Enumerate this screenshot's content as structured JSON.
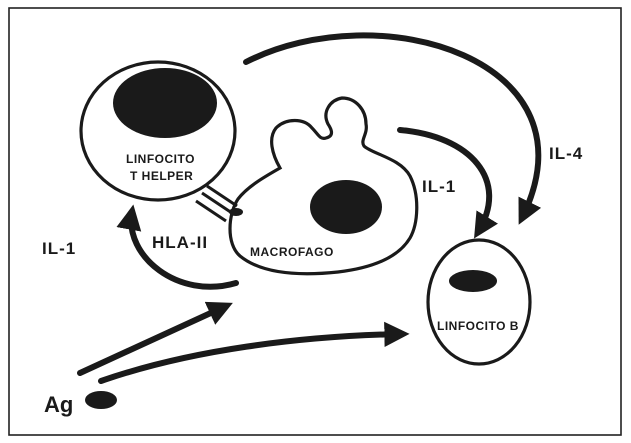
{
  "cells": {
    "t_helper": {
      "label_line1": "LINFOCITO",
      "label_line2": "T HELPER"
    },
    "macrophage": {
      "label": "MACROFAGO"
    },
    "b_cell": {
      "label": "LINFOCITO B"
    }
  },
  "signals": {
    "il1_left": "IL-1",
    "hla": "HLA-II",
    "il1_right": "IL-1",
    "il4": "IL-4"
  },
  "antigen": {
    "label": "Ag"
  },
  "colors": {
    "ink": "#1a1a1a",
    "background": "#ffffff",
    "frame": "#222222"
  }
}
